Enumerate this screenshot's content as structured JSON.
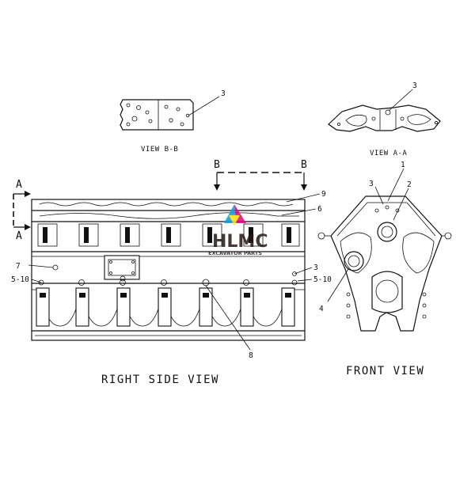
{
  "views": {
    "view_bb": "VIEW B-B",
    "view_aa": "VIEW A-A",
    "right_side": "RIGHT SIDE VIEW",
    "front": "FRONT VIEW"
  },
  "section_markers": {
    "a_top": "A",
    "a_bottom": "A",
    "b_left": "B",
    "b_right": "B"
  },
  "callouts": {
    "bb_3": "3",
    "aa_3": "3",
    "front_1": "1",
    "front_2": "2",
    "front_3": "3",
    "front_4": "4",
    "rs_9": "9",
    "rs_6": "6",
    "rs_7": "7",
    "rs_5_10_left": "5-10",
    "rs_3": "3",
    "rs_5_10_right": "5-10",
    "rs_8": "8"
  },
  "watermark": {
    "brand": "HLMC",
    "tagline": "EXCAVATOR PARTS",
    "colors": [
      "#e4007f",
      "#00a0e9",
      "#ffe100",
      "#231815"
    ]
  }
}
